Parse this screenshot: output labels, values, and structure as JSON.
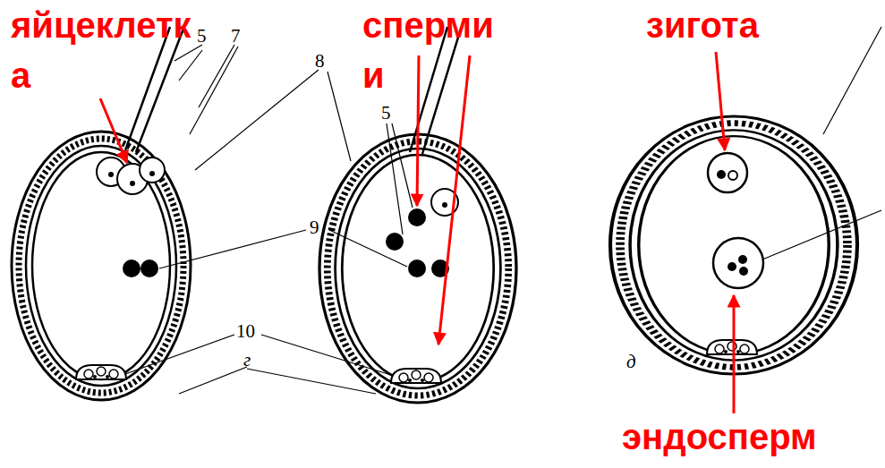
{
  "diagram": {
    "labels": [
      "яйцеклетк а",
      "сперми и",
      "зигота",
      "эндосперм",
      "5",
      "7",
      "8",
      "5",
      "9",
      "10",
      "г",
      "д"
    ]
  }
}
